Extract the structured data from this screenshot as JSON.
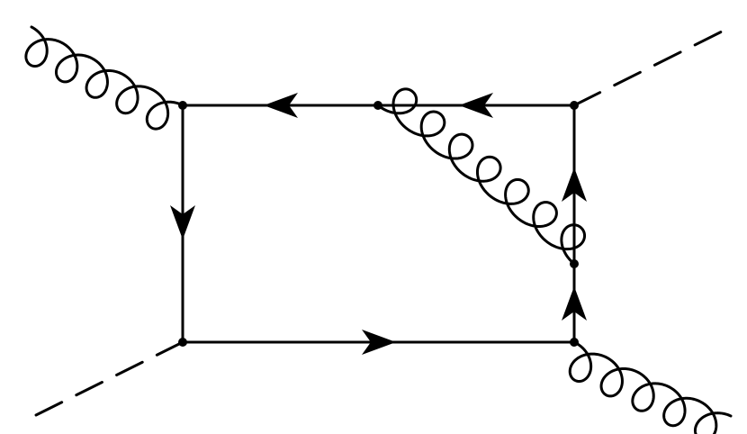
{
  "diagram": {
    "description_type": "feynman-diagram",
    "line_color": "#000000",
    "background": "#ffffff",
    "elements": {
      "external_gluons": 2,
      "external_scalars": 2,
      "internal_gluons": 1,
      "fermion_lines": 6,
      "vertices": 6
    }
  }
}
